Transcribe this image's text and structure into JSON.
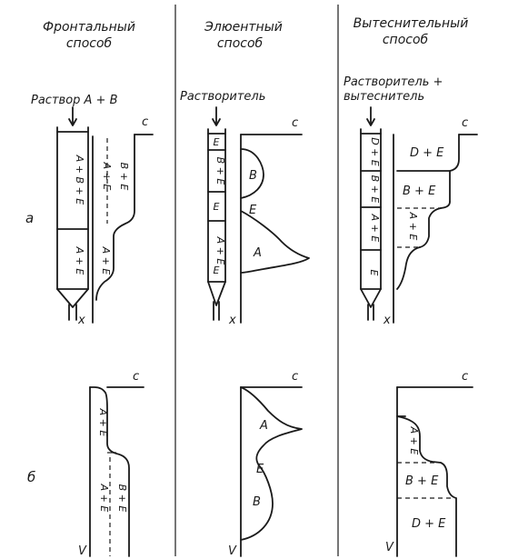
{
  "columns": [
    {
      "title_line1": "Фронтальный",
      "title_line2": "способ",
      "input_label": "Раствор A + B"
    },
    {
      "title_line1": "Элюентный",
      "title_line2": "способ",
      "input_label": "Растворитель"
    },
    {
      "title_line1": "Вытеснительный",
      "title_line2": "способ",
      "input_label_line1": "Растворитель +",
      "input_label_line2": "вытеснитель"
    }
  ],
  "row_labels": {
    "a": "а",
    "b": "б"
  },
  "axis": {
    "c": "c",
    "x": "x",
    "v": "V"
  },
  "frontal": {
    "column_zones": [
      "A + B + E",
      "A + E"
    ],
    "profile_zones": [
      "A + E",
      "B + E",
      "A + E"
    ],
    "chromatogram_zones": [
      "A + E",
      "A + E",
      "B + E"
    ]
  },
  "elution": {
    "column_zones": [
      "E",
      "B + E",
      "E",
      "A + E",
      "E"
    ],
    "peaks": [
      "B",
      "E",
      "A"
    ],
    "chromatogram_peaks": [
      "A",
      "E",
      "B"
    ]
  },
  "displacement": {
    "column_zones": [
      "D + E",
      "B + E",
      "A + E",
      "E"
    ],
    "profile_zones": [
      "D + E",
      "B + E",
      "A + E"
    ],
    "chromatogram_zones": [
      "A + E",
      "B + E",
      "D + E"
    ]
  }
}
